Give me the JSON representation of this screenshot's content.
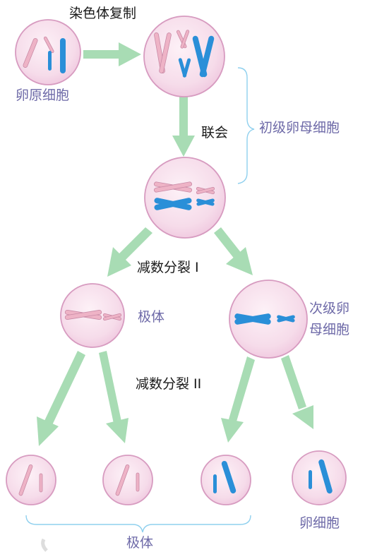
{
  "labels": {
    "replication": "染色体复制",
    "oogonium": "卵原细胞",
    "synapsis": "联会",
    "primary_oocyte": "初级卵母细胞",
    "meiosis_1": "减数分裂 I",
    "polar_body_1": "极体",
    "secondary_oocyte_line1": "次级卵",
    "secondary_oocyte_line2": "母细胞",
    "meiosis_2": "减数分裂 II",
    "egg_cell": "卵细胞",
    "polar_bodies": "极体"
  },
  "colors": {
    "cell_fill": "#f6dcea",
    "cell_stroke": "#d79bc0",
    "arrow": "#a8dcb4",
    "brace": "#8fd0ee",
    "pink_chromosome": "#eeb3c6",
    "blue_chromosome": "#2a8fd8",
    "label_purple": "#6e6aa8"
  }
}
